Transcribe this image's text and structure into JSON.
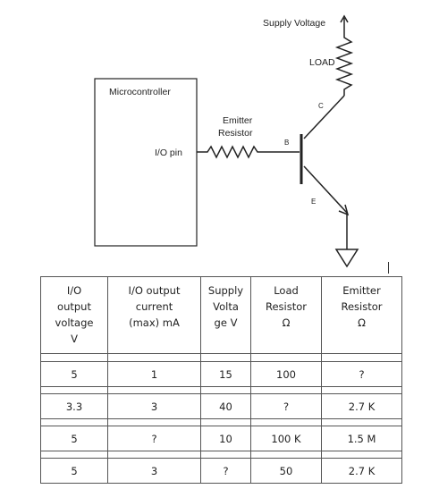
{
  "diagram": {
    "supply_voltage": "Supply Voltage",
    "load": "LOAD",
    "microcontroller": "Microcontroller",
    "io_pin": "I/O pin",
    "emitter_resistor_line1": "Emitter",
    "emitter_resistor_line2": "Resistor",
    "terminal_b": "B",
    "terminal_c": "C",
    "terminal_e": "E"
  },
  "table": {
    "headers": [
      [
        "I/O",
        "output",
        "voltage",
        "V"
      ],
      [
        "I/O output",
        "current",
        "(max) mA"
      ],
      [
        "Supply",
        "Volta",
        "ge V"
      ],
      [
        "Load",
        "Resistor",
        "Ω"
      ],
      [
        "Emitter",
        "Resistor",
        "Ω"
      ]
    ],
    "rows": [
      [
        "5",
        "1",
        "15",
        "100",
        "?"
      ],
      [
        "3.3",
        "3",
        "40",
        "?",
        "2.7 K"
      ],
      [
        "5",
        "?",
        "10",
        "100 K",
        "1.5 M"
      ],
      [
        "5",
        "3",
        "?",
        "50",
        "2.7 K"
      ]
    ]
  }
}
